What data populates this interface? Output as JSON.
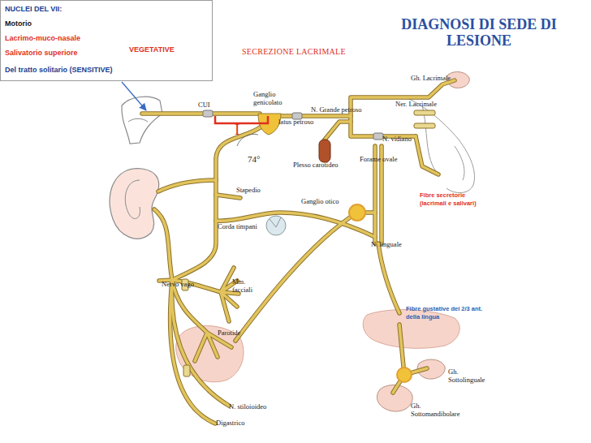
{
  "diagram": {
    "title": "DIAGNOSI DI SEDE DI LESIONE",
    "nodes": [
      {
        "text": [
          "NUCLEI DEL VII:",
          "Motorio",
          "Lacrimo-muco-nasale",
          "Salivatorio superiore",
          "VEGETATIVE",
          "Del tratto solitario (SENSITIVE)"
        ]
      }
    ],
    "labels": [
      "SECREZIONE LACRIMALE",
      "CUI",
      "Ganglio genicolato",
      "N. Grande petroso",
      "latus petroso",
      "Gh. Lacrimale",
      "Ner. Lacrimale",
      "I",
      "74°",
      "N. vidiano",
      "Plesso carotideo",
      "Forame ovale",
      "Stapedio",
      "Ganglio otico",
      "Fibre secretorie (lacrimali e salivari)",
      "Corda timpani",
      "N. linguale",
      "Nervo vago",
      "Mm. facciali",
      "Fibre gustative dei 2/3 ant. della lingua",
      "Parotide",
      "Gh. Sottolinguale",
      "N. stiloioideo",
      "Gh. Sottomandibolare",
      "Digastrico"
    ]
  }
}
